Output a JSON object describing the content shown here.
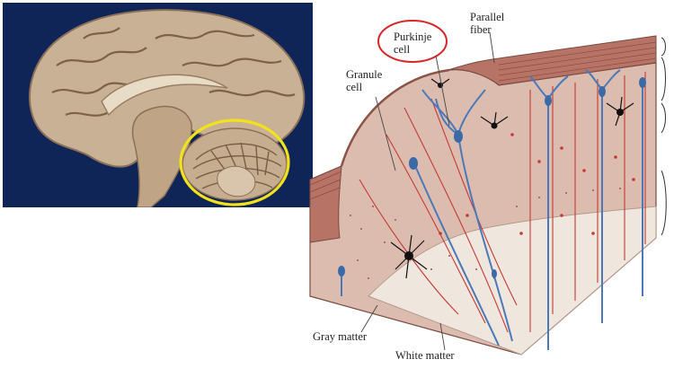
{
  "labels": {
    "parallel_fiber": "Parallel fiber",
    "purkinje_cell": "Purkinje cell",
    "granule_cell": "Granule cell",
    "gray_matter": "Gray matter",
    "white_matter": "White matter"
  },
  "colors": {
    "photo_background": "#0f2457",
    "highlight_circle": "#f2e21a",
    "purkinje_circle": "#d9262b",
    "purkinje_neuron": "#4a79b8",
    "parallel_fiber": "#c23b32",
    "granule_neuron": "#111111",
    "white_matter": "#e9ddd4",
    "gray_matter": "#d9b9ad"
  }
}
